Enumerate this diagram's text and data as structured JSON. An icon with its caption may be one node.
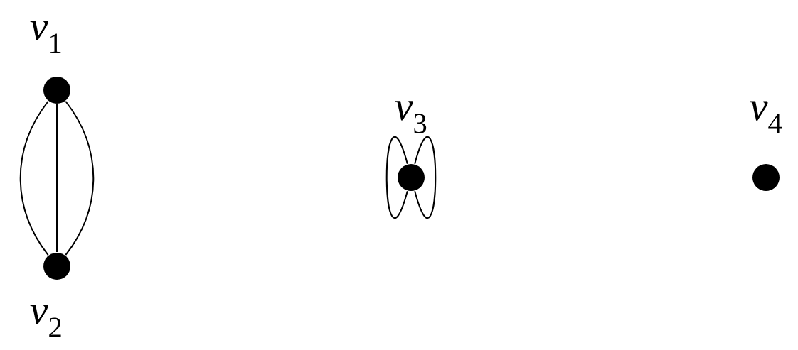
{
  "diagram": {
    "nodes": [
      {
        "text": [
          "*v*$_{1}$"
        ]
      },
      {
        "text": [
          "*v*$_{2}$"
        ]
      },
      {
        "text": [
          "*v*$_{3}$"
        ]
      },
      {
        "text": [
          "*v*$_{4}$"
        ]
      }
    ],
    "edges": [
      {
        "from": 0,
        "to": 1,
        "arrow": "none"
      },
      {
        "from": 0,
        "to": 1,
        "arrow": "none"
      },
      {
        "from": 0,
        "to": 1,
        "arrow": "none"
      },
      {
        "from": 2,
        "to": 2,
        "arrow": "none"
      },
      {
        "from": 2,
        "to": 2,
        "arrow": "none"
      }
    ]
  }
}
